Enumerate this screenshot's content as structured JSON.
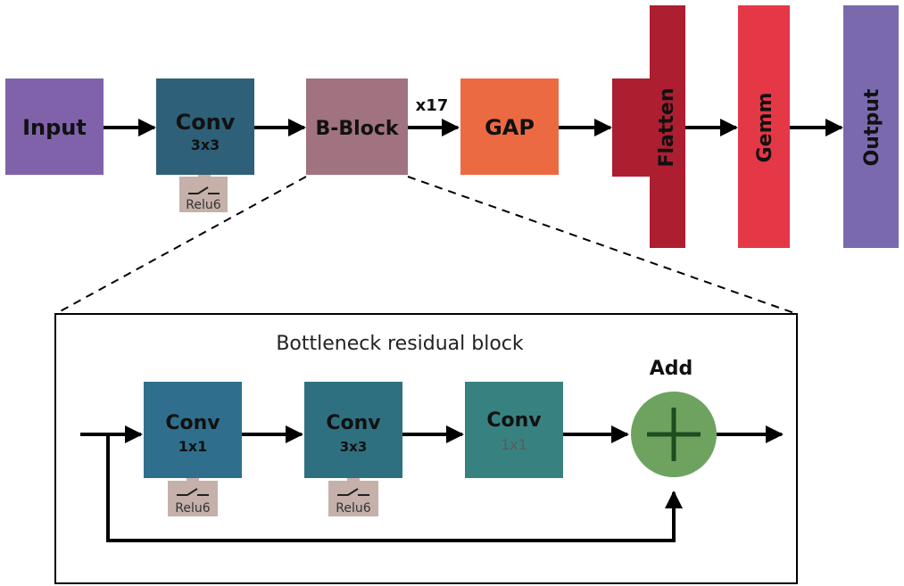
{
  "colors": {
    "input": "#8062aa",
    "conv_top": "#2e6179",
    "bblock": "#a1727f",
    "gap": "#ec6a42",
    "flatten": "#ad1e30",
    "gemm": "#e53847",
    "output": "#7b69ae",
    "relu": "#c5b1aa",
    "conv_a": "#2f6f8d",
    "conv_b": "#2f7080",
    "conv_c": "#378281",
    "add": "#6ea35f",
    "add_plus": "#1f4d22",
    "arrow": "#000000"
  },
  "top_row": {
    "input": "Input",
    "conv_title": "Conv",
    "conv_sub": "3x3",
    "conv_relu": "Relu6",
    "bblock": "B-Block",
    "repeat": "x17",
    "gap": "GAP",
    "flatten": "Flatten",
    "gemm": "Gemm",
    "output": "Output"
  },
  "detail": {
    "title": "Bottleneck residual block",
    "conv1_title": "Conv",
    "conv1_sub": "1x1",
    "conv1_relu": "Relu6",
    "conv2_title": "Conv",
    "conv2_sub": "3x3",
    "conv2_relu": "Relu6",
    "conv3_title": "Conv",
    "conv3_sub": "1x1",
    "add_label": "Add"
  }
}
